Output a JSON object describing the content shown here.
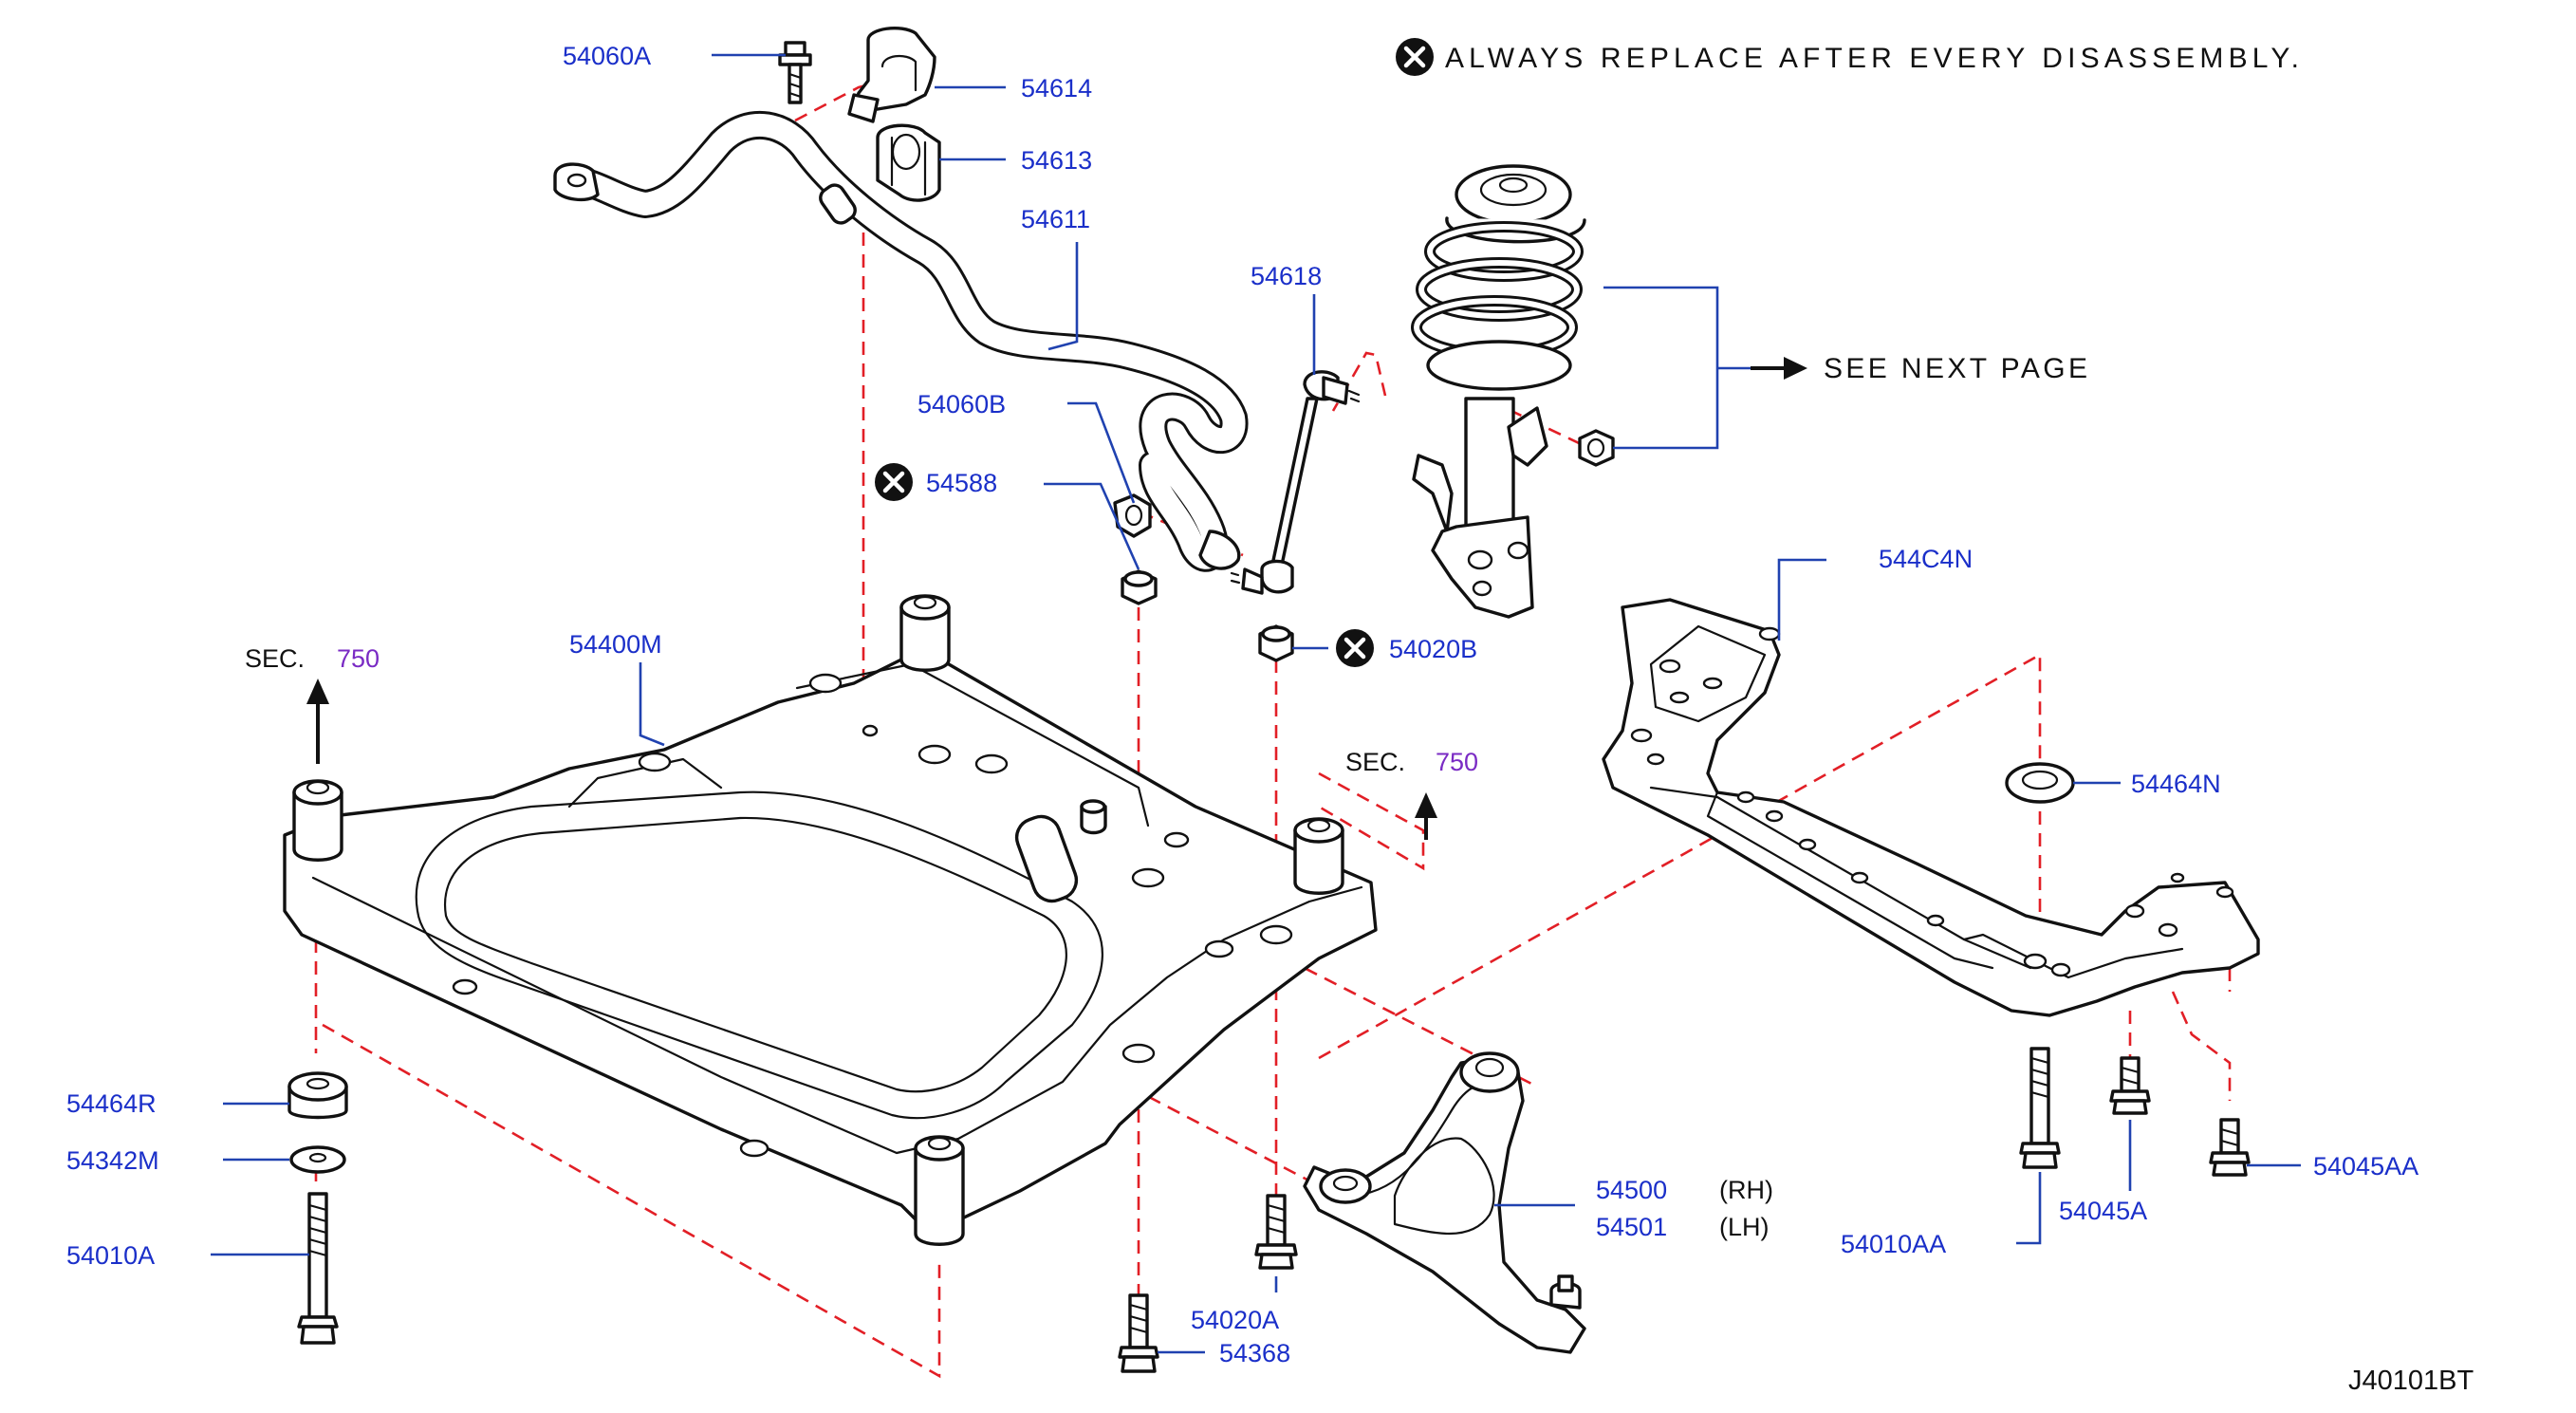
{
  "notice": {
    "text": "ALWAYS  REPLACE  AFTER  EVERY  DISASSEMBLY.",
    "icon": "circled-x-icon"
  },
  "see_next_page": "SEE  NEXT  PAGE",
  "section_refs": [
    {
      "label": "SEC.",
      "number": "750"
    },
    {
      "label": "SEC.",
      "number": "750"
    }
  ],
  "diagram_id": "J40101BT",
  "side_labels": {
    "rh": "(RH)",
    "lh": "(LH)"
  },
  "part_numbers": {
    "p54060A": "54060A",
    "p54614": "54614",
    "p54613": "54613",
    "p54611": "54611",
    "p54618": "54618",
    "p54060B": "54060B",
    "p54588": "54588",
    "p54400M": "54400M",
    "p54020B": "54020B",
    "p544C4N": "544C4N",
    "p54464N": "54464N",
    "p54464R": "54464R",
    "p54342M": "54342M",
    "p54010A": "54010A",
    "p54500": "54500",
    "p54501": "54501",
    "p54020A": "54020A",
    "p54368": "54368",
    "p54010AA": "54010AA",
    "p54045A": "54045A",
    "p54045AA": "54045AA"
  },
  "colors": {
    "part_number": "#1a2fc9",
    "section_number": "#7a2bc4",
    "dashed_line": "#e21f26",
    "leader_line": "#2042b0"
  }
}
